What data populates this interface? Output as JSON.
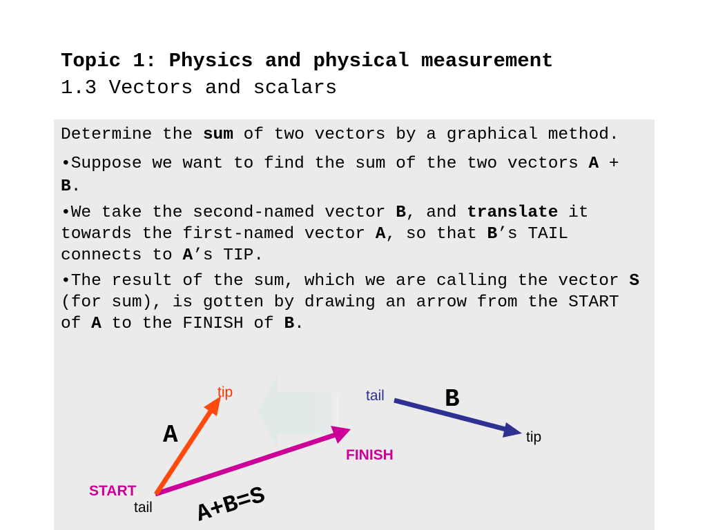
{
  "header": {
    "title": "Topic 1: Physics and physical measurement",
    "subtitle": "1.3 Vectors and scalars"
  },
  "body": {
    "p1": {
      "t1": "Determine the ",
      "b1": "sum",
      "t2": " of two vectors by a graphical method."
    },
    "p2": {
      "t1": "•Suppose we want to find the sum of the two vectors ",
      "b1": "A",
      "t2": " + ",
      "b2": "B",
      "t3": "."
    },
    "p3": {
      "t1": "•We take the second-named vector ",
      "b1": "B",
      "t2": ", and ",
      "b2": "translate",
      "t3": " it towards the first-named vector ",
      "b3": "A",
      "t4": ", so that ",
      "b4": "B",
      "t5": "’s TAIL connects to ",
      "b5": "A",
      "t6": "’s TIP."
    },
    "p4": {
      "t1": "•The result of the sum, which we are calling the vector ",
      "b1": "S",
      "t2": " (for sum), is gotten by drawing an arrow from the START of ",
      "b2": "A",
      "t3": " to the FINISH of ",
      "b3": "B",
      "t4": "."
    }
  },
  "diagram": {
    "label_tip_a": "tip",
    "label_a": "A",
    "label_start": "START",
    "label_tail_a": "tail",
    "label_finish": "FINISH",
    "label_sum": "A+B=S",
    "label_tail_b": "tail",
    "label_b": "B",
    "label_tip_b": "tip",
    "colors": {
      "vector_a": "#ff4a0f",
      "vector_b": "#2e3192",
      "vector_s": "#cc0099",
      "tip_label": "#ff3300",
      "tail_b_label": "#2e3192",
      "start_finish_label": "#cc0099",
      "translate_arrow": "#dde6e6"
    }
  }
}
